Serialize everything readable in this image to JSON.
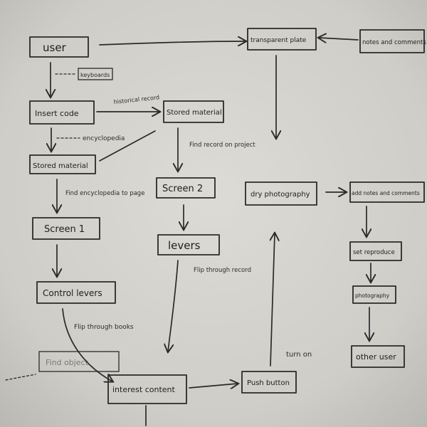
{
  "nodes": {
    "user": "user",
    "insert_code": "Insert code",
    "stored_material_left": "Stored material",
    "screen_1": "Screen 1",
    "control_levers": "Control levers",
    "find_object_faint": "Find object",
    "interest_content": "interest content",
    "stored_material_mid": "Stored material",
    "screen_2": "Screen 2",
    "levers": "levers",
    "transparent_plate": "transparent plate",
    "notes_and_comments": "notes and comments",
    "dry_photography": "dry photography",
    "add_notes_and_comments": "add notes and comments",
    "set_reproduce": "set reproduce",
    "photography": "photography",
    "other_user": "other user",
    "push_button": "Push button"
  },
  "edge_labels": {
    "keyboards": "keyboards",
    "historical_record": "historical record",
    "encyclopedia": "encyclopedia",
    "find_encyclopedia": "Find encyclopedia to page",
    "find_record": "Find record on project",
    "flip_through_record": "Flip through record",
    "flip_through_books": "Flip through books",
    "turn_on": "turn on"
  }
}
